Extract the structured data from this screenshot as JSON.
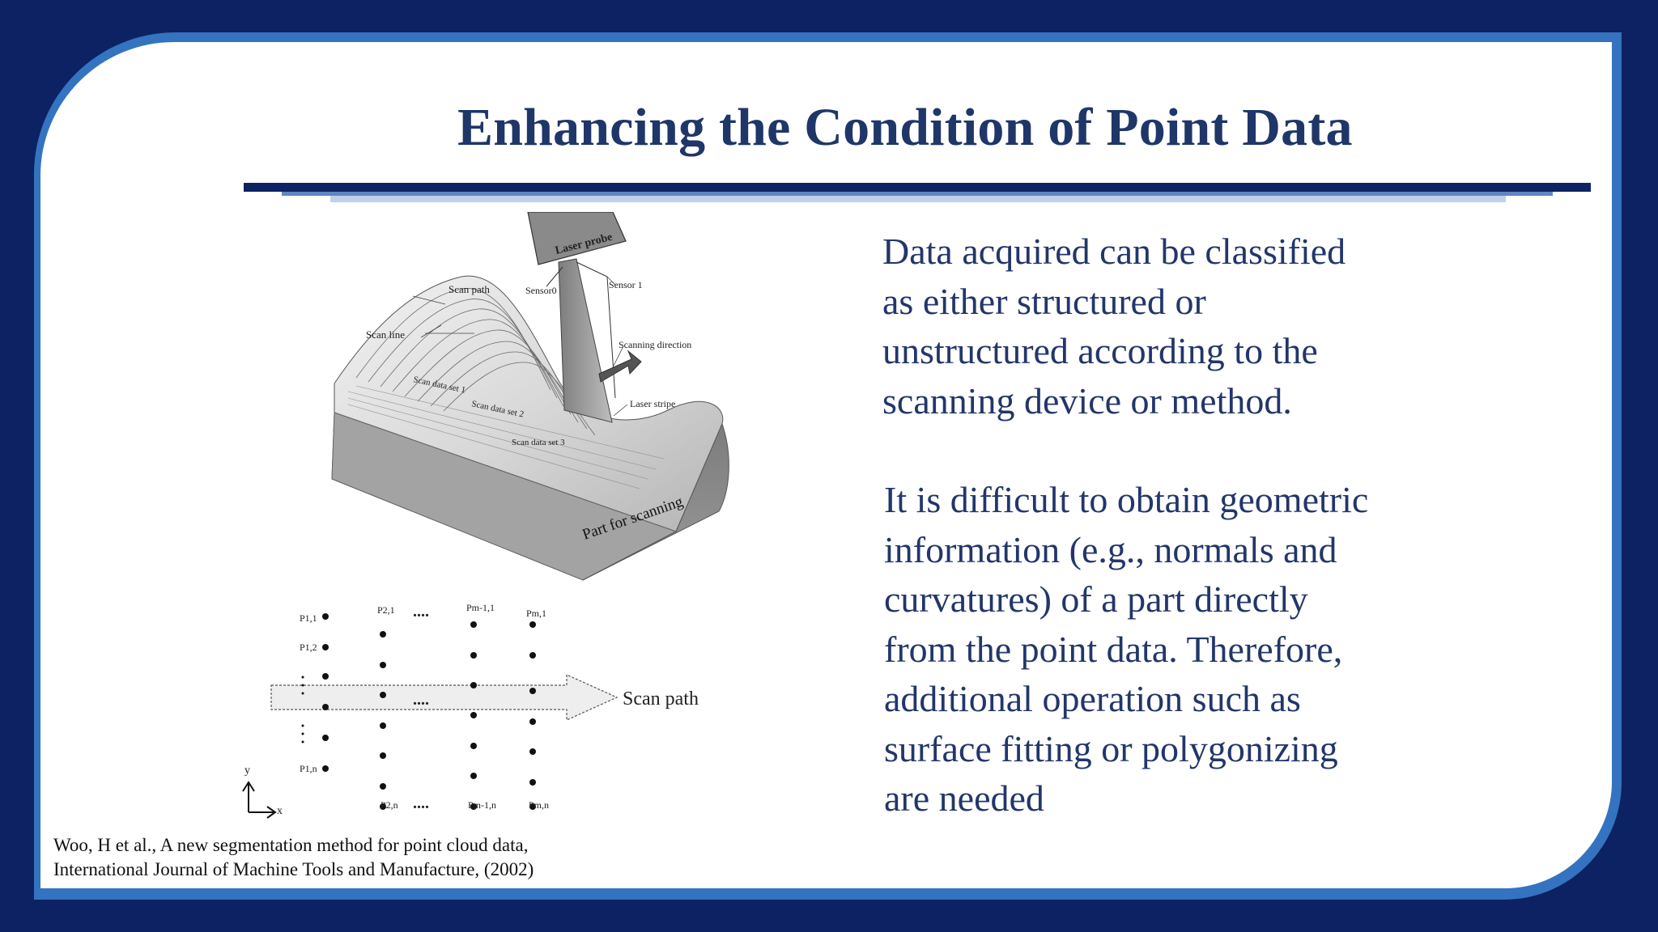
{
  "slide": {
    "title": "Enhancing the Condition of Point Data",
    "paragraph_1": [
      "Data acquired can be classified",
      "as either structured or",
      "unstructured according to the",
      "scanning device or method."
    ],
    "paragraph_2": [
      "It is difficult to obtain geometric",
      "information (e.g., normals and",
      "curvatures) of a part directly",
      "from the point data. Therefore,",
      "additional operation such as",
      "surface fitting or polygonizing",
      "are needed"
    ],
    "citation": [
      "Woo,  H et al., A new segmentation method for point cloud data,",
      "International Journal of Machine Tools and Manufacture, (2002)"
    ]
  },
  "figure": {
    "labels": {
      "laser_probe": "Laser probe",
      "sensor0": "Sensor0",
      "sensor1": "Sensor 1",
      "scan_path": "Scan path",
      "scan_line": "Scan line",
      "scanning_direction": "Scanning direction",
      "laser_stripe": "Laser stripe",
      "scan_data_set_1": "Scan data set 1",
      "scan_data_set_2": "Scan data set 2",
      "scan_data_set_3": "Scan data set 3",
      "part_for_scanning": "Part for scanning"
    },
    "grid": {
      "scan_path_label": "Scan path",
      "ellipsis": "....",
      "axis_y": "y",
      "axis_x": "x",
      "p_1_1": "P1,1",
      "p_1_2": "P1,2",
      "p_1_n": "P1,n",
      "p_2_1": "P2,1",
      "p_m1_1": "Pm-1,1",
      "p_m_1": "Pm,1",
      "p_2_n": "P2,n",
      "p_m1_n": "Pm-1,n",
      "p_m_n": "Pm,n"
    }
  },
  "colors": {
    "background": "#0c2262",
    "frame": "#3473c0",
    "title_text": "#1f3668",
    "body_text": "#22366a"
  }
}
